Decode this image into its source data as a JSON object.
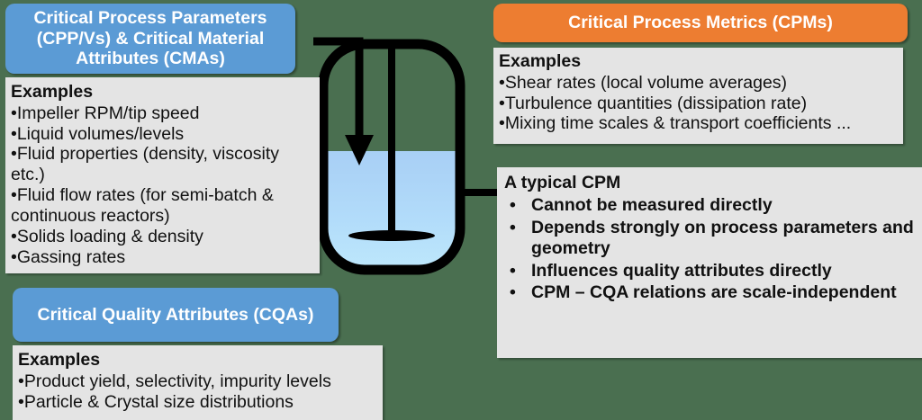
{
  "background_color": "#4A6F50",
  "palette": {
    "blue_header": "#5B9BD5",
    "orange_header": "#ED7D31",
    "panel_gray": "#E4E4E4",
    "outline_black": "#000000",
    "liquid_top": "#A8CFF5",
    "liquid_bottom": "#BCE6FC"
  },
  "cpp": {
    "header": "Critical Process Parameters (CPP/Vs) & Critical Material Attributes (CMAs)",
    "examples_title": "Examples",
    "items": [
      "•Impeller RPM/tip speed",
      "•Liquid volumes/levels",
      "•Fluid properties (density, viscosity etc.)",
      "•Fluid flow rates (for semi-batch & continuous reactors)",
      "•Solids loading & density",
      "•Gassing rates"
    ]
  },
  "cqa": {
    "header": "Critical Quality Attributes (CQAs)",
    "examples_title": "Examples",
    "items": [
      "•Product yield, selectivity, impurity levels",
      "•Particle & Crystal size distributions"
    ]
  },
  "cpm": {
    "header": "Critical Process Metrics (CPMs)",
    "examples_title": "Examples",
    "items": [
      "•Shear rates (local volume averages)",
      "•Turbulence quantities (dissipation rate)",
      "•Mixing time scales & transport coefficients ..."
    ]
  },
  "typical_cpm": {
    "title": "A typical CPM",
    "items": [
      "Cannot be measured directly",
      "Depends strongly on process parameters and geometry",
      "Influences quality attributes directly",
      "CPM – CQA relations are scale-independent"
    ]
  },
  "vessel": {
    "name": "stirred-tank-reactor",
    "parts": [
      "vessel-outline",
      "liquid-fill",
      "impeller-shaft",
      "impeller-blade",
      "feed-pipe",
      "feed-arrow"
    ]
  }
}
